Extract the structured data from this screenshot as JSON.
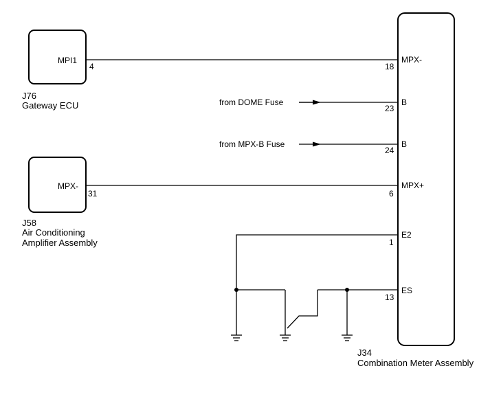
{
  "components": {
    "gateway_ecu": {
      "code": "J76",
      "name": "Gateway ECU",
      "terminal_name": "MPI1",
      "pin": "4"
    },
    "ac_amplifier": {
      "code": "J58",
      "name_line1": "Air Conditioning",
      "name_line2": "Amplifier Assembly",
      "terminal_name": "MPX-",
      "pin": "31"
    },
    "combination_meter": {
      "code": "J34",
      "name": "Combination Meter Assembly",
      "terminals": [
        {
          "name": "MPX-",
          "pin": "18"
        },
        {
          "name": "B",
          "pin": "23"
        },
        {
          "name": "B",
          "pin": "24"
        },
        {
          "name": "MPX+",
          "pin": "6"
        },
        {
          "name": "E2",
          "pin": "1"
        },
        {
          "name": "ES",
          "pin": "13"
        }
      ]
    }
  },
  "power_sources": [
    {
      "label": "from DOME Fuse"
    },
    {
      "label": "from MPX-B Fuse"
    }
  ]
}
